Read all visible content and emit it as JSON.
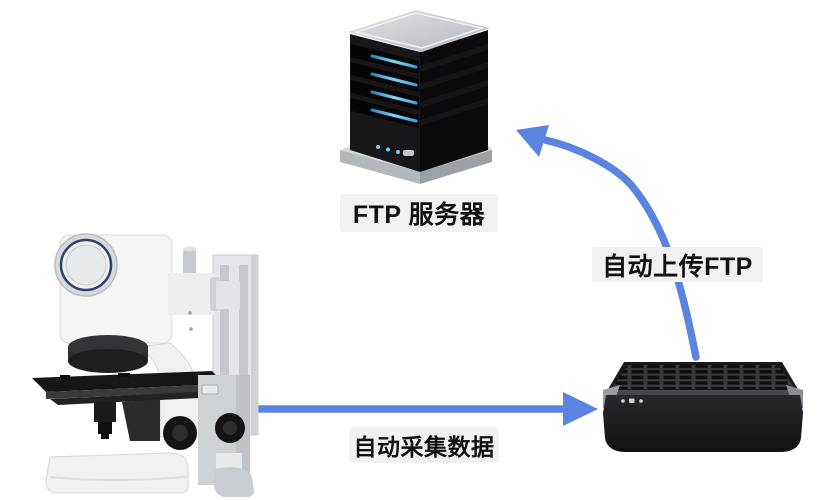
{
  "diagram": {
    "background_color": "#ffffff",
    "arrow_color": "#5b83e0",
    "label_background": "#f1f1f2",
    "label_text_color": "#111111",
    "server_label": "FTP 服务器",
    "upload_arrow_label": "自动上传FTP",
    "collect_arrow_label": "自动采集数据",
    "icons": {
      "microscope": "microscope-instrument",
      "server": "ftp-server-tower",
      "device": "data-acquisition-box",
      "collect_arrow": "right-arrow",
      "upload_arrow": "curved-up-left-arrow"
    }
  }
}
